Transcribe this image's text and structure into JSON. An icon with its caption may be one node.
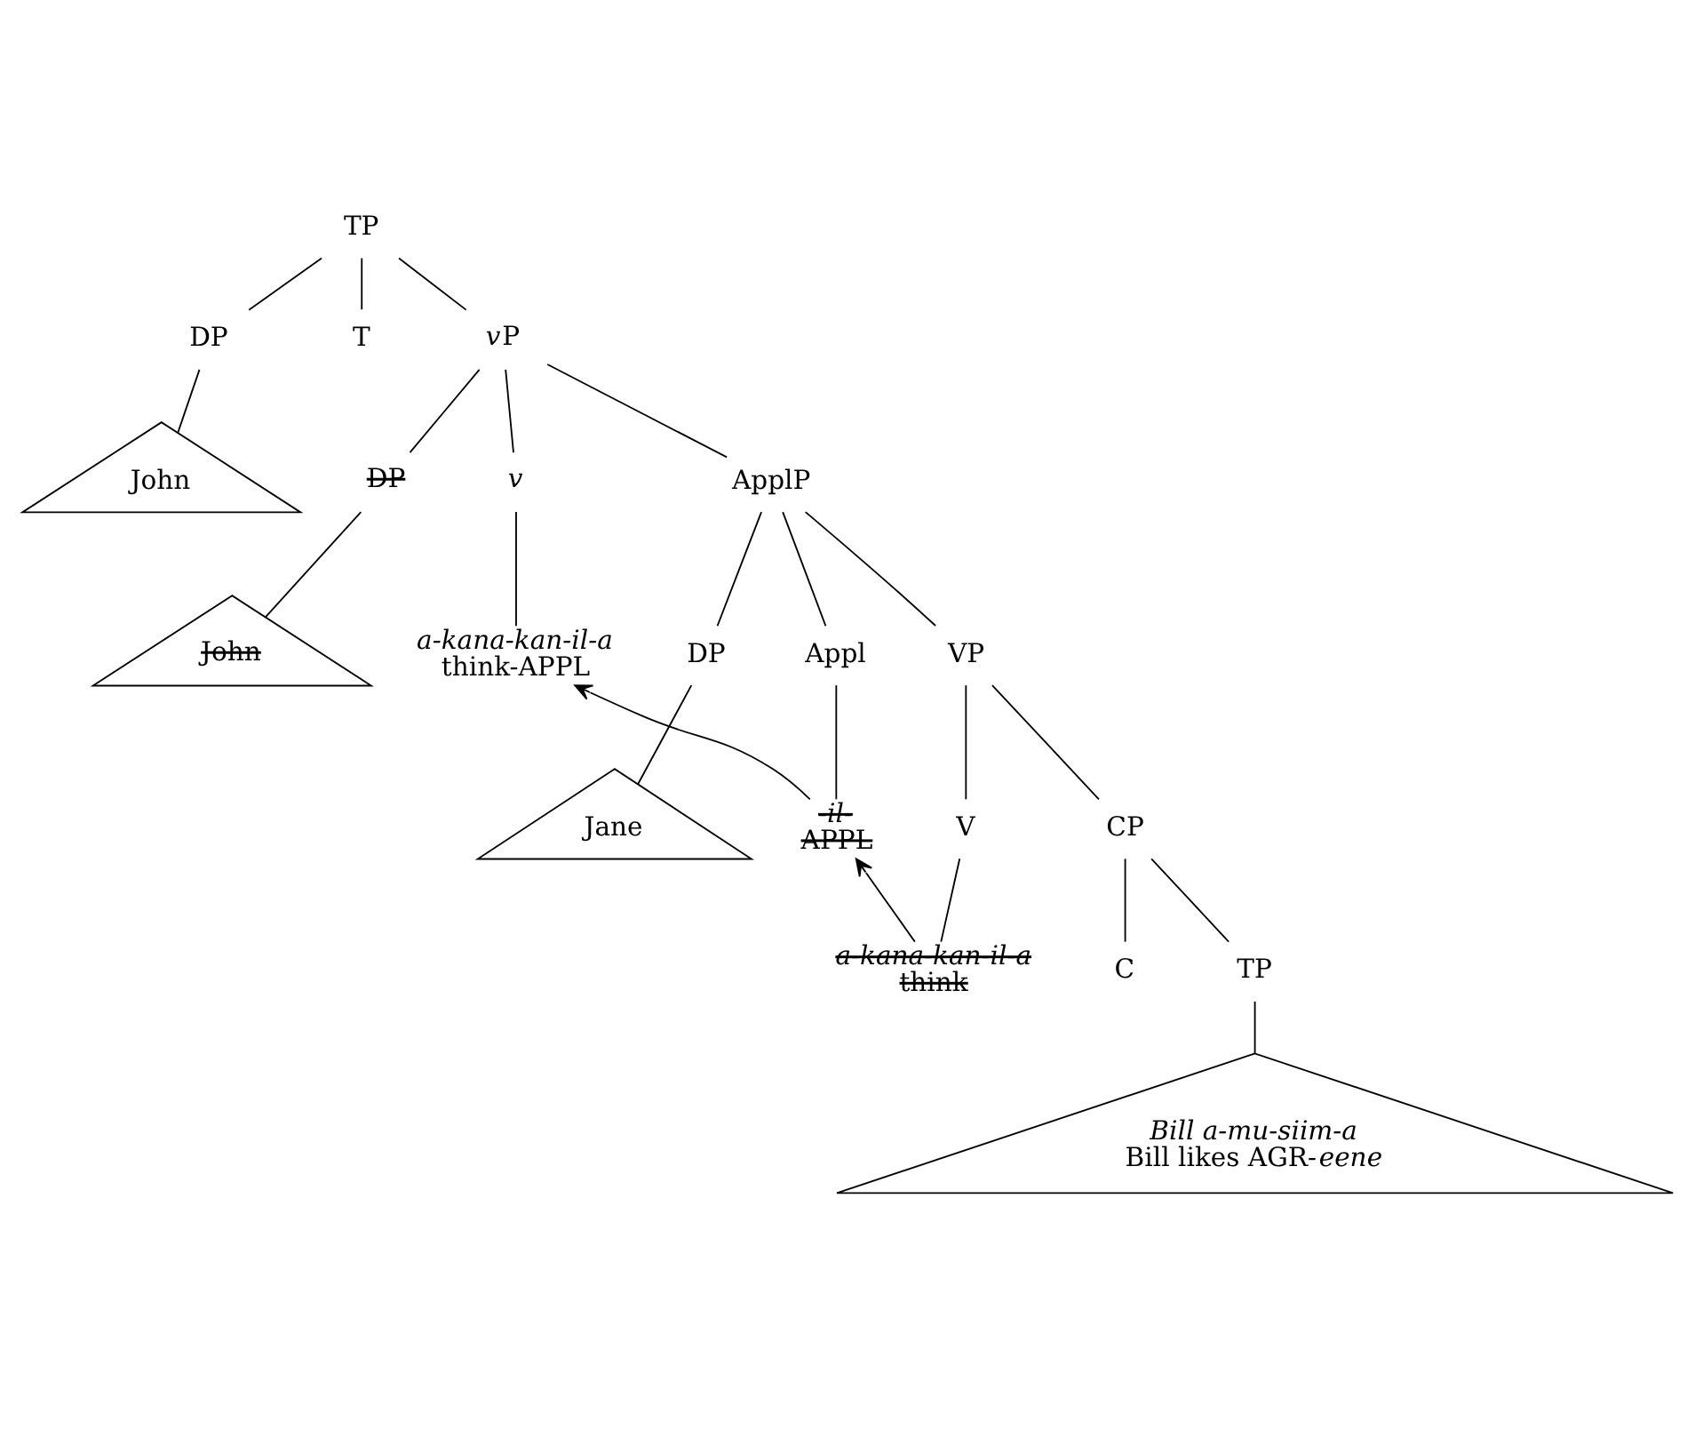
{
  "diagram": {
    "nodes": [
      {
        "text": [
          "TP"
        ]
      },
      {
        "text": [
          "DP"
        ]
      },
      {
        "text": [
          "John"
        ]
      },
      {
        "text": [
          "T"
        ]
      },
      {
        "text": [
          "vP"
        ]
      },
      {
        "text": [
          "DP"
        ]
      },
      {
        "text": [
          "John"
        ]
      },
      {
        "text": [
          "v"
        ]
      },
      {
        "text": [
          "ApplP"
        ]
      },
      {
        "text": [
          "a-kana-kan-il-a",
          "think-APPL"
        ]
      },
      {
        "text": [
          "DP"
        ]
      },
      {
        "text": [
          "Jane"
        ]
      },
      {
        "text": [
          "Appl"
        ]
      },
      {
        "text": [
          "VP"
        ]
      },
      {
        "text": [
          "-il-",
          "APPL"
        ]
      },
      {
        "text": [
          "V"
        ]
      },
      {
        "text": [
          "CP"
        ]
      },
      {
        "text": [
          "a-kana-kan-il-a",
          "think"
        ]
      },
      {
        "text": [
          "C"
        ]
      },
      {
        "text": [
          "TP"
        ]
      },
      {
        "text": [
          "Bill a-mu-siim-a",
          "Bill likes AGR-eene"
        ]
      }
    ],
    "edges": [
      {
        "from": 0,
        "to": 1,
        "arrow": "none"
      },
      {
        "from": 0,
        "to": 3,
        "arrow": "none"
      },
      {
        "from": 0,
        "to": 4,
        "arrow": "none"
      },
      {
        "from": 1,
        "to": 2,
        "arrow": "none"
      },
      {
        "from": 4,
        "to": 5,
        "arrow": "none"
      },
      {
        "from": 4,
        "to": 7,
        "arrow": "none"
      },
      {
        "from": 4,
        "to": 8,
        "arrow": "none"
      },
      {
        "from": 5,
        "to": 6,
        "arrow": "none"
      },
      {
        "from": 7,
        "to": 9,
        "arrow": "none"
      },
      {
        "from": 8,
        "to": 10,
        "arrow": "none"
      },
      {
        "from": 8,
        "to": 12,
        "arrow": "none"
      },
      {
        "from": 8,
        "to": 13,
        "arrow": "none"
      },
      {
        "from": 10,
        "to": 11,
        "arrow": "none"
      },
      {
        "from": 12,
        "to": 14,
        "arrow": "none"
      },
      {
        "from": 13,
        "to": 15,
        "arrow": "none"
      },
      {
        "from": 13,
        "to": 16,
        "arrow": "none"
      },
      {
        "from": 15,
        "to": 17,
        "arrow": "none"
      },
      {
        "from": 16,
        "to": 18,
        "arrow": "none"
      },
      {
        "from": 16,
        "to": 19,
        "arrow": "none"
      },
      {
        "from": 19,
        "to": 20,
        "arrow": "none"
      },
      {
        "from": 14,
        "to": 9,
        "arrow": "to"
      },
      {
        "from": 17,
        "to": 14,
        "arrow": "to"
      }
    ]
  }
}
